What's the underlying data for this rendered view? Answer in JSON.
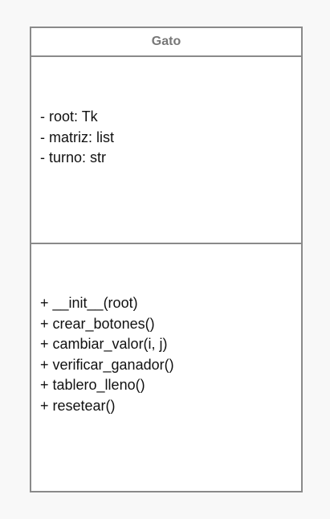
{
  "class": {
    "name": "Gato",
    "attributes": [
      "- root: Tk",
      "- matriz: list",
      "- turno: str"
    ],
    "methods": [
      "+ __init__(root)",
      "+ crear_botones()",
      "+ cambiar_valor(i, j)",
      "+ verificar_ganador()",
      "+ tablero_lleno()",
      "+ resetear()"
    ]
  },
  "colors": {
    "border": "#8a8a8a",
    "title": "#777777",
    "text": "#111111",
    "background": "#f8f8f8"
  }
}
